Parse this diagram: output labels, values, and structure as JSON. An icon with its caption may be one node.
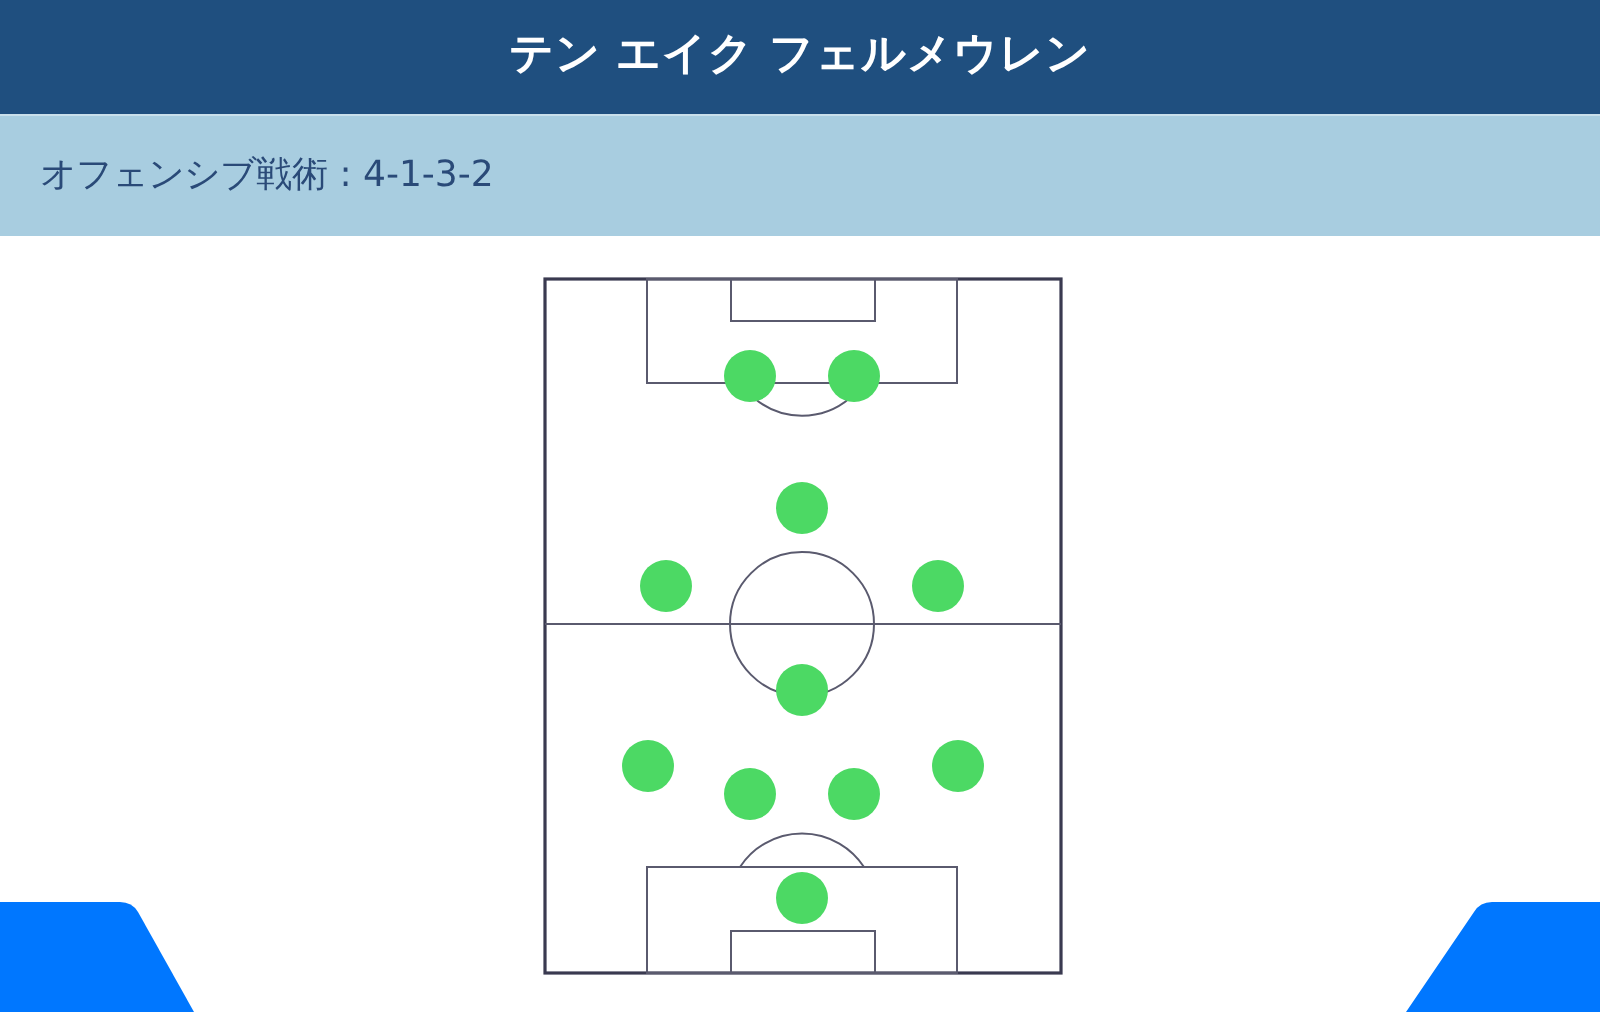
{
  "diagram": {
    "title": "テン エイク フェルメウレン",
    "nodes": [
      {
        "text": [],
        "shape": "circle"
      },
      {
        "text": [],
        "shape": "circle"
      },
      {
        "text": [],
        "shape": "circle"
      },
      {
        "text": [],
        "shape": "circle"
      },
      {
        "text": [],
        "shape": "circle"
      },
      {
        "text": [],
        "shape": "circle"
      },
      {
        "text": [],
        "shape": "circle"
      },
      {
        "text": [],
        "shape": "circle"
      },
      {
        "text": [],
        "shape": "circle"
      },
      {
        "text": [],
        "shape": "circle"
      },
      {
        "text": [],
        "shape": "circle"
      }
    ],
    "labels": [
      "オフェンシブ戦術 : 4-1-3-2"
    ]
  }
}
